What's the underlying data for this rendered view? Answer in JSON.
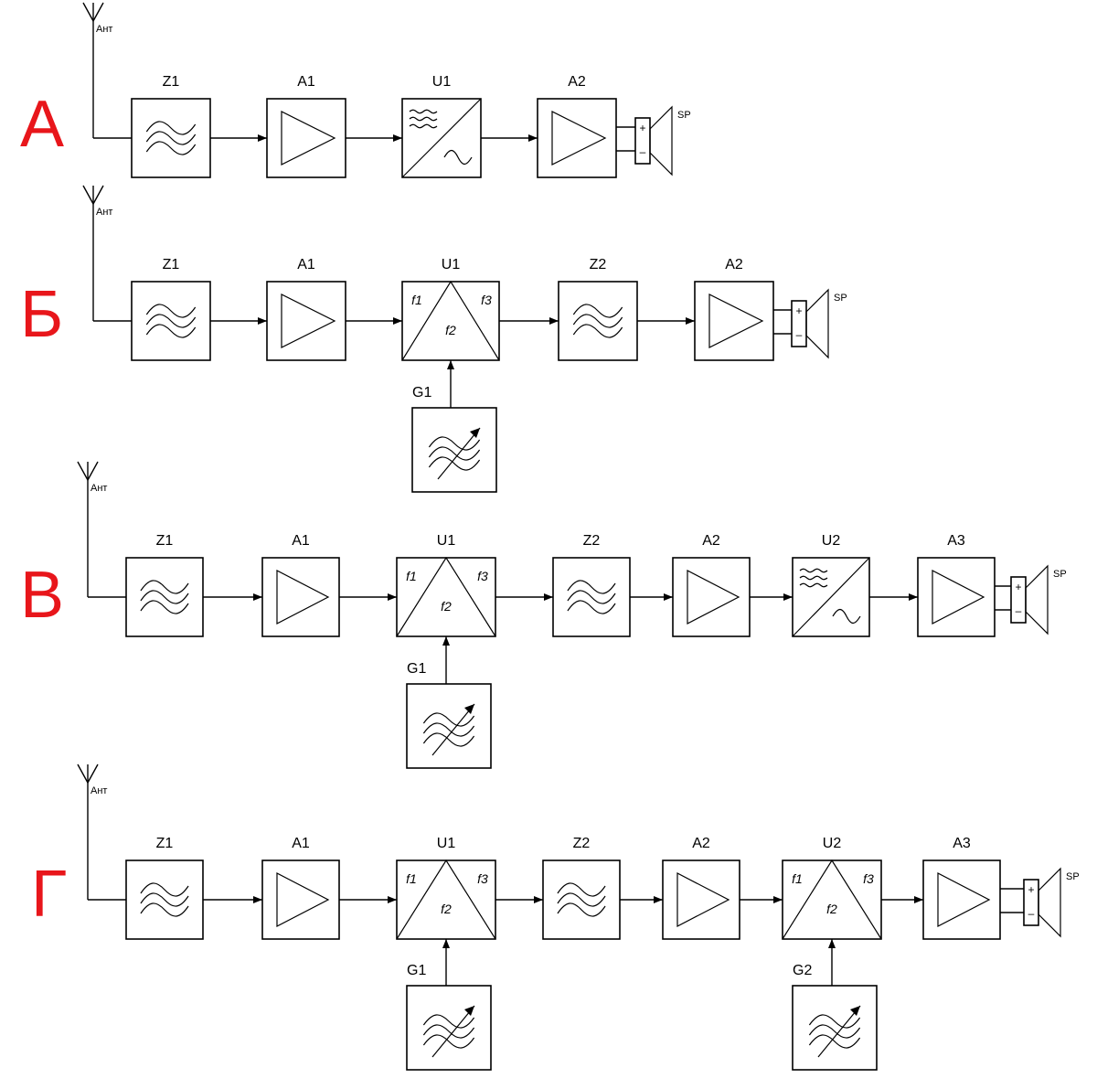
{
  "colors": {
    "accent": "#e8161b",
    "line": "#000000"
  },
  "rows": [
    {
      "letter": "А",
      "antenna": "Ант",
      "speaker": "SP",
      "blocks": [
        {
          "type": "filter",
          "label": "Z1"
        },
        {
          "type": "amplifier",
          "label": "A1"
        },
        {
          "type": "detector",
          "label": "U1"
        },
        {
          "type": "amplifier",
          "label": "A2"
        }
      ]
    },
    {
      "letter": "Б",
      "antenna": "Ант",
      "speaker": "SP",
      "blocks": [
        {
          "type": "filter",
          "label": "Z1"
        },
        {
          "type": "amplifier",
          "label": "A1"
        },
        {
          "type": "mixer",
          "label": "U1",
          "f1": "f1",
          "f2": "f2",
          "f3": "f3",
          "oscillator": {
            "label": "G1"
          }
        },
        {
          "type": "filter",
          "label": "Z2"
        },
        {
          "type": "amplifier",
          "label": "A2"
        }
      ]
    },
    {
      "letter": "В",
      "antenna": "Ант",
      "speaker": "SP",
      "blocks": [
        {
          "type": "filter",
          "label": "Z1"
        },
        {
          "type": "amplifier",
          "label": "A1"
        },
        {
          "type": "mixer",
          "label": "U1",
          "f1": "f1",
          "f2": "f2",
          "f3": "f3",
          "oscillator": {
            "label": "G1"
          }
        },
        {
          "type": "filter",
          "label": "Z2"
        },
        {
          "type": "amplifier",
          "label": "A2"
        },
        {
          "type": "detector",
          "label": "U2"
        },
        {
          "type": "amplifier",
          "label": "A3"
        }
      ]
    },
    {
      "letter": "Г",
      "antenna": "Ант",
      "speaker": "SP",
      "blocks": [
        {
          "type": "filter",
          "label": "Z1"
        },
        {
          "type": "amplifier",
          "label": "A1"
        },
        {
          "type": "mixer",
          "label": "U1",
          "f1": "f1",
          "f2": "f2",
          "f3": "f3",
          "oscillator": {
            "label": "G1"
          }
        },
        {
          "type": "filter",
          "label": "Z2"
        },
        {
          "type": "amplifier",
          "label": "A2"
        },
        {
          "type": "mixer",
          "label": "U2",
          "f1": "f1",
          "f2": "f2",
          "f3": "f3",
          "oscillator": {
            "label": "G2"
          }
        },
        {
          "type": "amplifier",
          "label": "A3"
        }
      ]
    }
  ]
}
